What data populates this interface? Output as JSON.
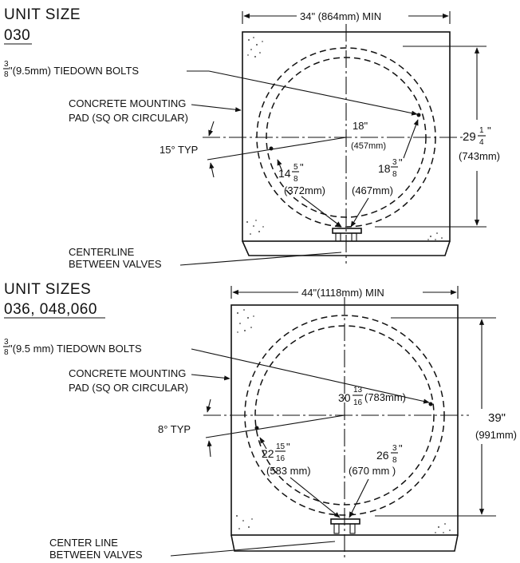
{
  "top": {
    "unit_label": "UNIT SIZE",
    "unit_size": "030",
    "width_dim": "34\" (864mm) MIN",
    "bolt_frac_num": "3",
    "bolt_frac_den": "8",
    "bolts_label": "\"(9.5mm) TIEDOWN BOLTS",
    "pad_line1": "CONCRETE MOUNTING",
    "pad_line2": "PAD  (SQ OR CIRCULAR)",
    "angle_label": "15° TYP",
    "radius_in": "18\"",
    "radius_mm": "(457mm)",
    "height_whole": "29",
    "height_num": "1",
    "height_den": "4",
    "height_quote": "\"",
    "height_mm": "(743mm)",
    "inner_whole": "14",
    "inner_num": "5",
    "inner_den": "8",
    "inner_quote": "\"",
    "inner_mm": "(372mm)",
    "outer_whole": "18",
    "outer_num": "3",
    "outer_den": "8",
    "outer_quote": "\"",
    "outer_mm": "(467mm)",
    "centerline_1": "CENTERLINE",
    "centerline_2": "BETWEEN VALVES"
  },
  "bottom": {
    "unit_label": "UNIT SIZES",
    "unit_sizes": "036, 048,060",
    "width_dim": "44\"(1118mm) MIN",
    "bolt_frac_num": "3",
    "bolt_frac_den": "8",
    "bolts_label": "\"(9.5 mm) TIEDOWN BOLTS",
    "pad_line1": "CONCRETE MOUNTING",
    "pad_line2": "PAD  (SQ OR CIRCULAR)",
    "angle_label": "8° TYP",
    "radius_whole": "30",
    "radius_num": "13",
    "radius_den": "16",
    "radius_mm": "(783mm)",
    "height_in": "39\"",
    "height_mm": "(991mm)",
    "inner_whole": "22",
    "inner_num": "15",
    "inner_den": "16",
    "inner_quote": "\"",
    "inner_mm": "(583 mm)",
    "outer_whole": "26",
    "outer_num": "3",
    "outer_den": "8",
    "outer_quote": "\"",
    "outer_mm": "(670 mm )",
    "centerline_1": "CENTER LINE",
    "centerline_2": "BETWEEN VALVES"
  }
}
